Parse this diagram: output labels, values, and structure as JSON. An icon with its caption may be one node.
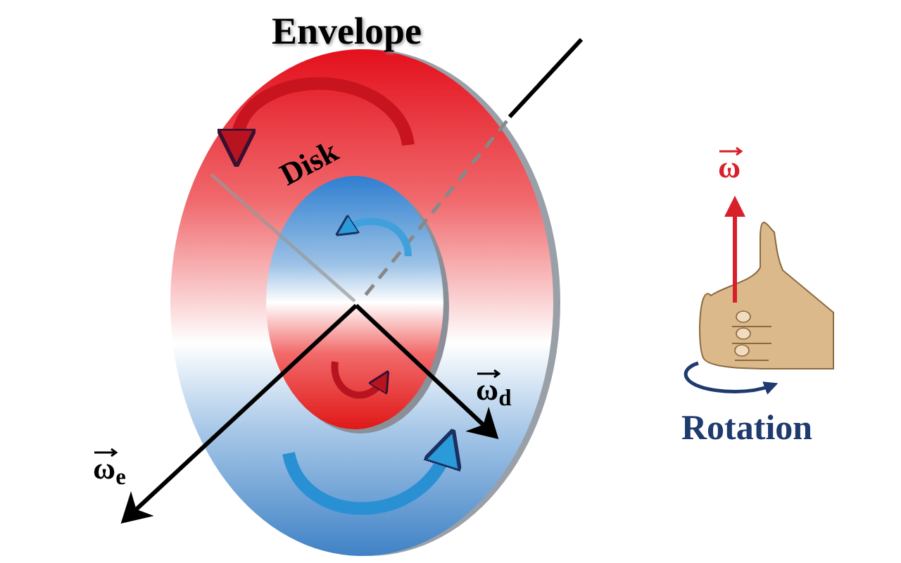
{
  "diagram": {
    "nodes": [
      {
        "text": [
          "Envelope"
        ]
      },
      {
        "text": [
          "Disk"
        ],
        "in": 0
      }
    ],
    "labels": [
      "ω$_{e}$",
      "ω$_{d}$",
      "ω",
      "Rotation"
    ]
  }
}
